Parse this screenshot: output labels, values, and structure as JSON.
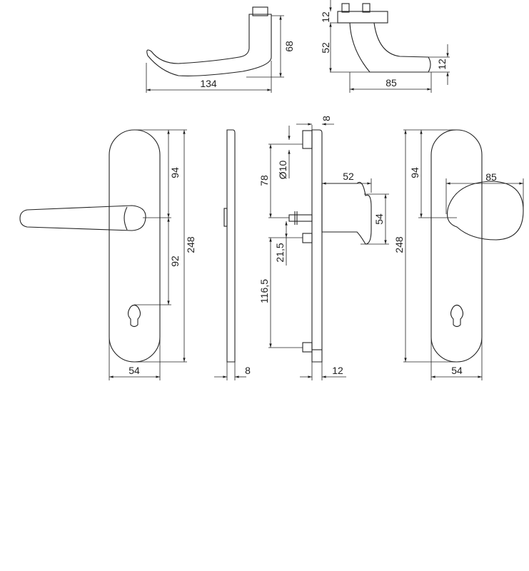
{
  "drawing": {
    "top_lever_view": {
      "width_label": "134",
      "height_label": "68"
    },
    "top_knob_view": {
      "rose_thickness_label": "12",
      "height_label": "52",
      "grip_label": "12",
      "projection_label": "85"
    },
    "front_lever_plate": {
      "upper_label": "94",
      "lower_label": "92",
      "length_label": "248",
      "width_label": "54"
    },
    "side_plate": {
      "thickness_label": "8"
    },
    "side_knob_view": {
      "plate_thickness_label": "8",
      "upper_label": "78",
      "diameter_label": "Ø10",
      "projection_label": "52",
      "knob_height_label": "54",
      "spindle_label": "21,5",
      "lower_label": "116,5",
      "base_label": "12"
    },
    "front_knob_plate": {
      "upper_label": "94",
      "knob_width_label": "85",
      "length_label": "248",
      "width_label": "54"
    }
  }
}
